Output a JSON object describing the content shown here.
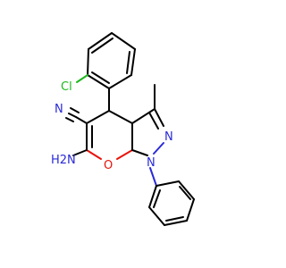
{
  "molecule": {
    "atom_labels": {
      "chlorine": "Cl",
      "nitrile_n": "N",
      "amine": "H2N",
      "ring_oxygen": "O",
      "pyrazole_n1": "N",
      "pyrazole_n2": "N"
    },
    "colors": {
      "carbon": "#000000",
      "nitrogen": "#2a2ad8",
      "oxygen": "#e8120a",
      "chlorine": "#1db81d"
    }
  }
}
